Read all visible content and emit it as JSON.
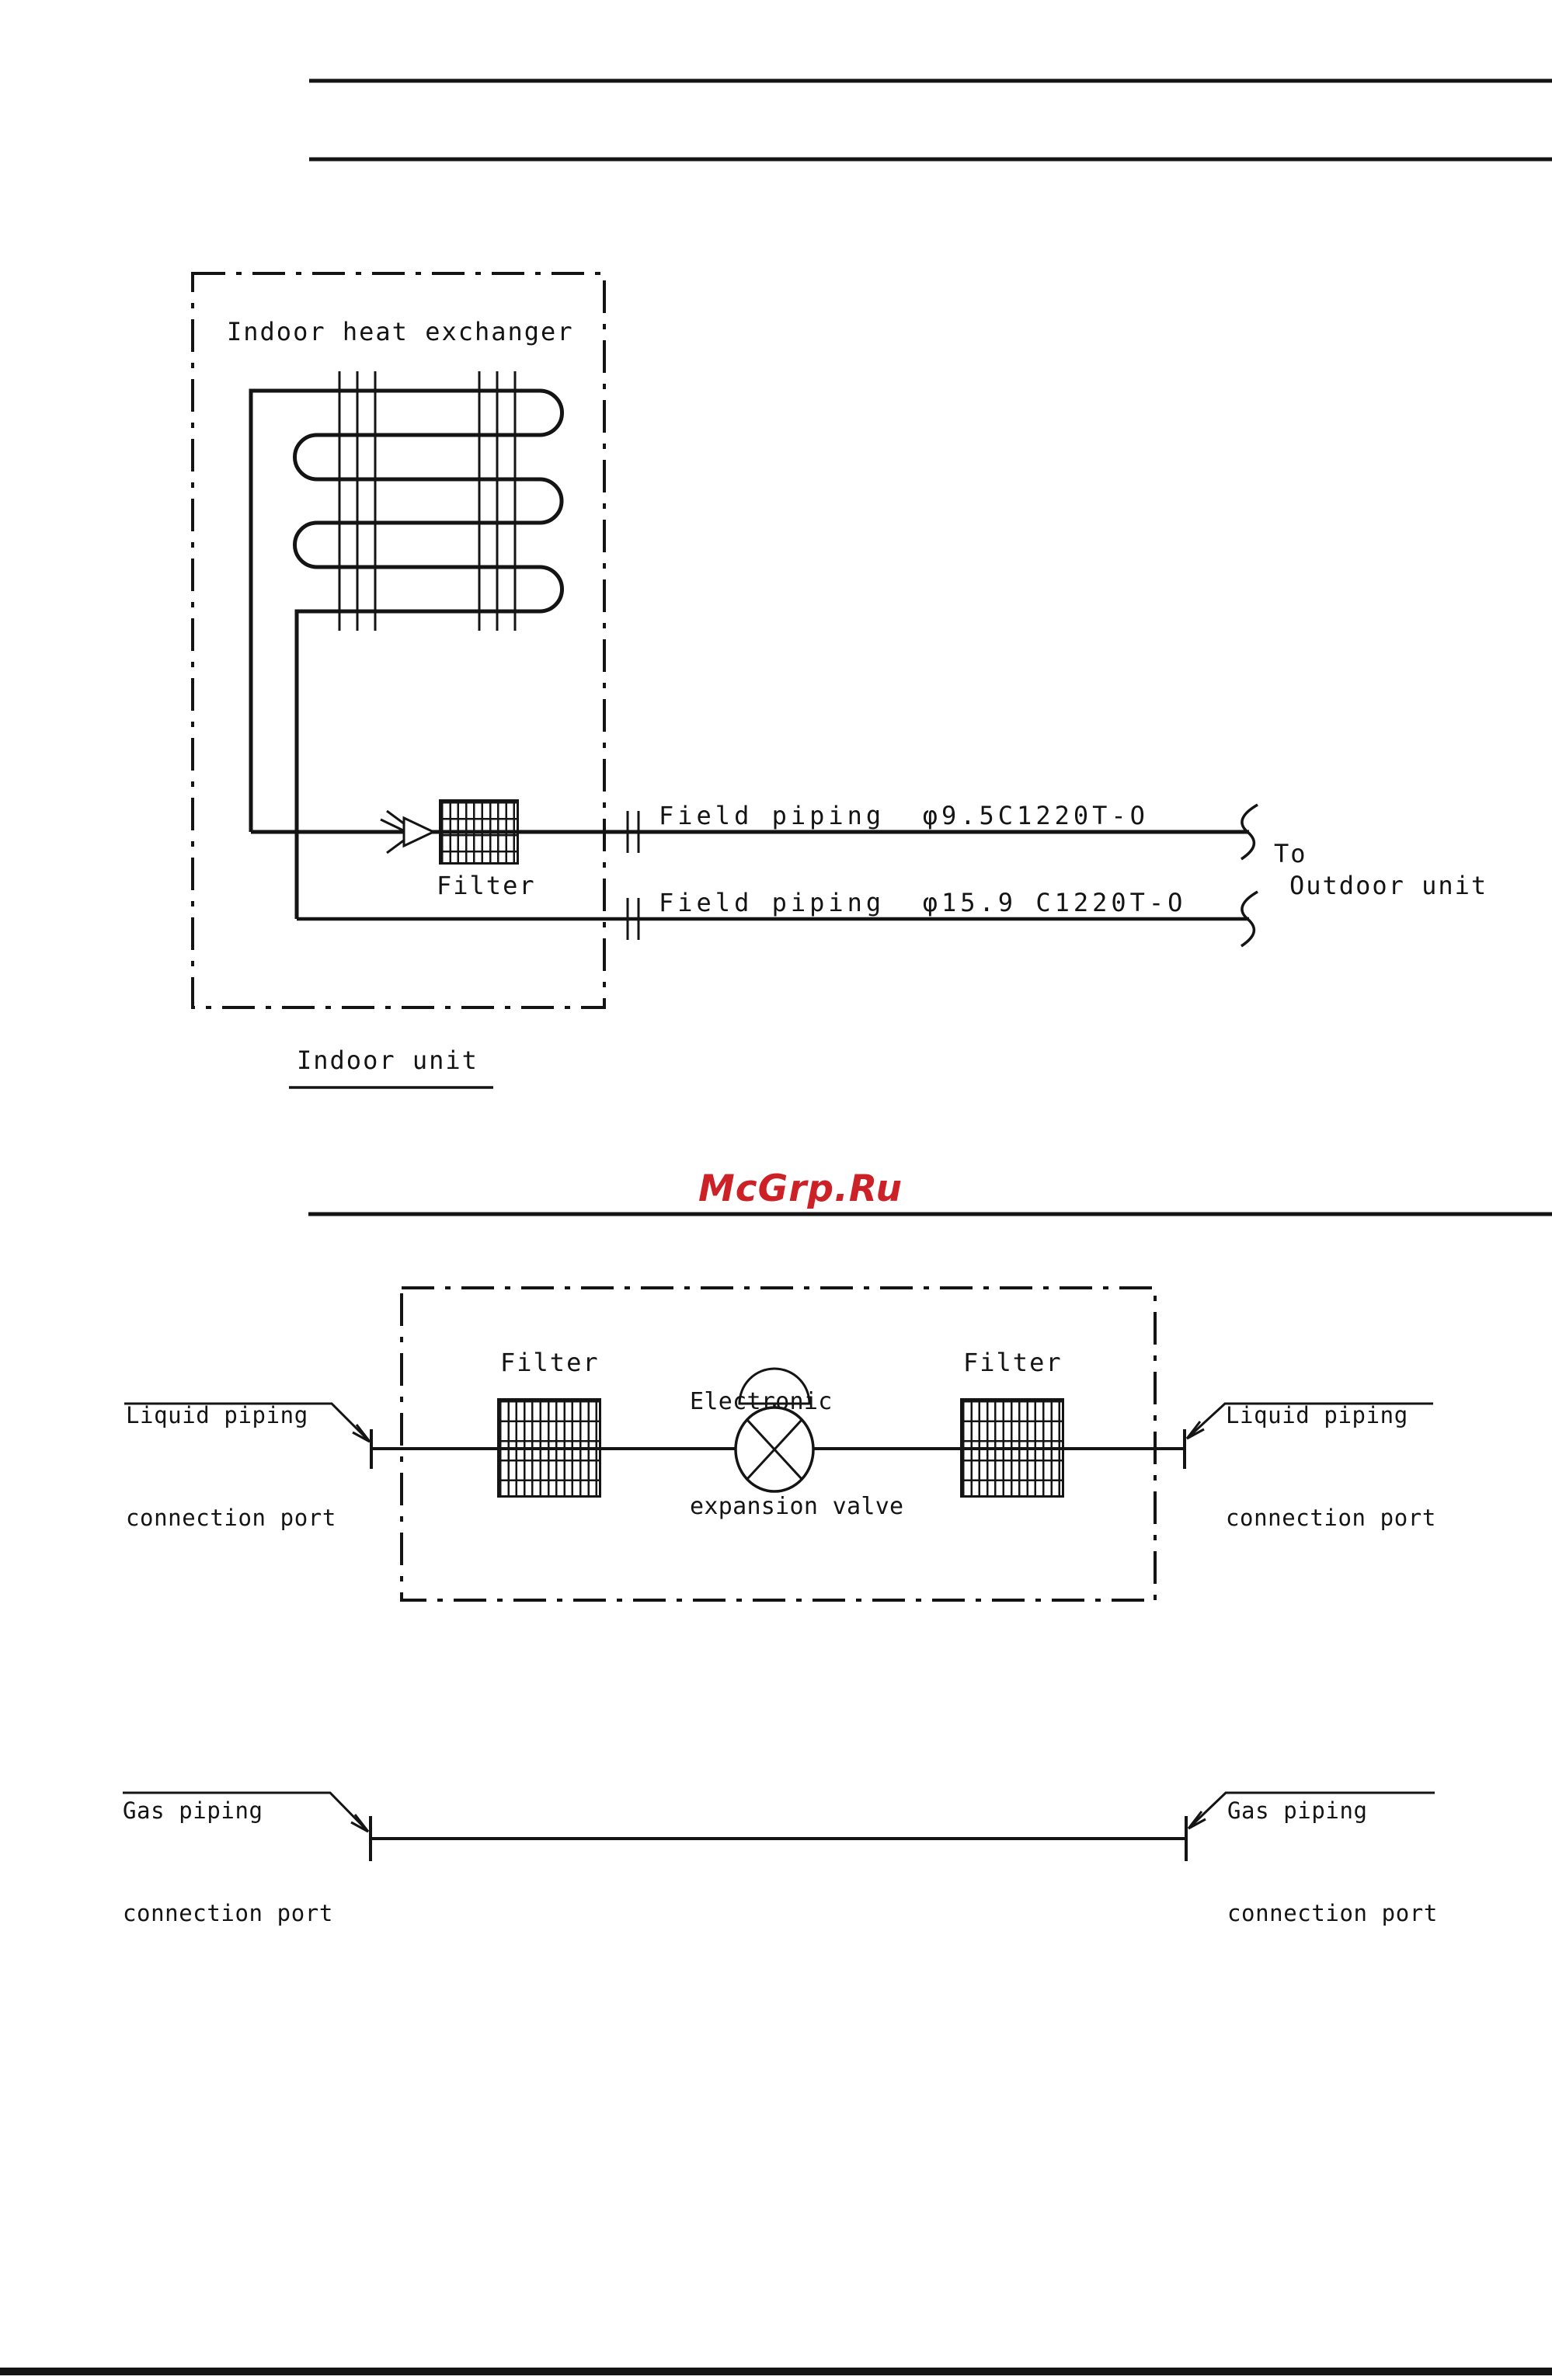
{
  "watermark": {
    "text": "McGrp.Ru",
    "color": "#cc2127"
  },
  "indoor_diagram": {
    "heat_exchanger_label": "Indoor heat exchanger",
    "filter_label": "Filter",
    "liquid_field_piping_label": "Field piping  φ9.5C1220T-O",
    "gas_field_piping_label": "Field piping  φ15.9 C1220T-O",
    "to_label": "To",
    "outdoor_unit_label": "Outdoor unit",
    "indoor_unit_label": "Indoor unit"
  },
  "outdoor_diagram": {
    "eev_label_line1": "Electronic",
    "eev_label_line2": "expansion valve",
    "filter_left_label": "Filter",
    "filter_right_label": "Filter",
    "liquid_port_left": {
      "line1": "Liquid piping",
      "line2": "connection port"
    },
    "liquid_port_right": {
      "line1": "Liquid piping",
      "line2": "connection port"
    },
    "gas_port_left": {
      "line1": "Gas piping",
      "line2": "connection port"
    },
    "gas_port_right": {
      "line1": "Gas piping",
      "line2": "connection port"
    }
  },
  "line_color": "#141414"
}
